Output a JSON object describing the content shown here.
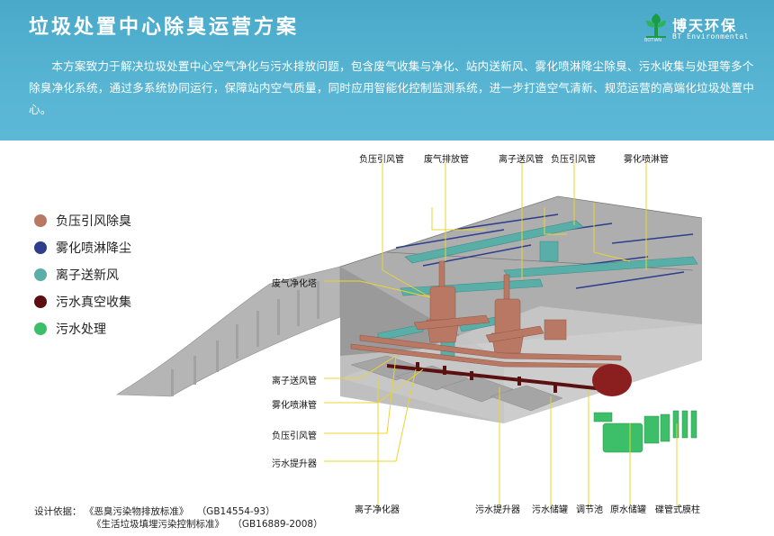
{
  "header": {
    "title": "垃圾处置中心除臭运营方案",
    "intro": "本方案致力于解决垃圾处置中心空气净化与污水排放问题，包含废气收集与净化、站内送新风、雾化喷淋降尘除臭、污水收集与处理等多个除臭净化系统，通过多系统协同运行，保障站内空气质量，同时应用智能化控制监测系统，进一步打造空气清新、规范运营的高端化垃圾处置中心。"
  },
  "logo": {
    "name_cn": "博天环保",
    "name_en": "BT Environmental",
    "sub": "BOTIAN",
    "icon": "tree-leaf-logo-icon",
    "color": "#1a9b46"
  },
  "legend": [
    {
      "label": "负压引风除臭",
      "color": "#b97863"
    },
    {
      "label": "雾化喷淋降尘",
      "color": "#2e3d8c"
    },
    {
      "label": "离子送新风",
      "color": "#5aaea8"
    },
    {
      "label": "污水真空收集",
      "color": "#5a1010"
    },
    {
      "label": "污水处理",
      "color": "#3dbf6a"
    }
  ],
  "labels": {
    "top_negative_duct": "负压引风管",
    "top_exhaust": "废气排放管",
    "top_ion_duct": "离子送风管",
    "top_negative_duct_2": "负压引风管",
    "top_spray": "雾化喷淋管",
    "left_tower": "废气净化塔",
    "left_ion_duct": "离子送风管",
    "left_spray": "雾化喷淋管",
    "left_negative_duct": "负压引风管",
    "left_lift": "污水提升器",
    "bottom_ion_purifier": "离子净化器",
    "bottom_lift": "污水提升器",
    "bottom_sewage_tank": "污水储罐",
    "bottom_regulating_pool": "调节池",
    "bottom_raw_tank": "原水储罐",
    "bottom_dtro": "碟管式膜柱"
  },
  "footer": {
    "prefix": "设计依据：",
    "std1_name": "《恶臭污染物排放标准》",
    "std1_code": "（GB14554-93）",
    "std2_name": "《生活垃圾填埋污染控制标准》",
    "std2_code": "（GB16889-2008）"
  }
}
